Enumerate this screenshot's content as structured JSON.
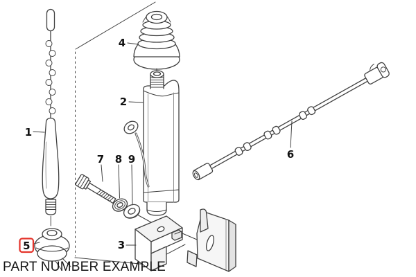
{
  "diagram": {
    "caption": "PART NUMBER EXAMPLE",
    "colors": {
      "line": "#3f3f3f",
      "highlight": "#e4342b",
      "background": "#ffffff"
    },
    "parts": [
      {
        "label": "1",
        "highlighted": false
      },
      {
        "label": "2",
        "highlighted": false
      },
      {
        "label": "3",
        "highlighted": false
      },
      {
        "label": "4",
        "highlighted": false
      },
      {
        "label": "5",
        "highlighted": true
      },
      {
        "label": "6",
        "highlighted": false
      },
      {
        "label": "7",
        "highlighted": false
      },
      {
        "label": "8",
        "highlighted": false
      },
      {
        "label": "9",
        "highlighted": false
      }
    ]
  }
}
